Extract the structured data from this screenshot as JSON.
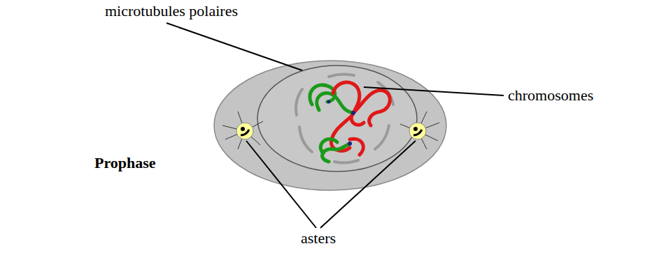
{
  "diagram": {
    "labels": [
      "microtubules polaires",
      "chromosomes",
      "Prophase",
      "asters"
    ]
  }
}
